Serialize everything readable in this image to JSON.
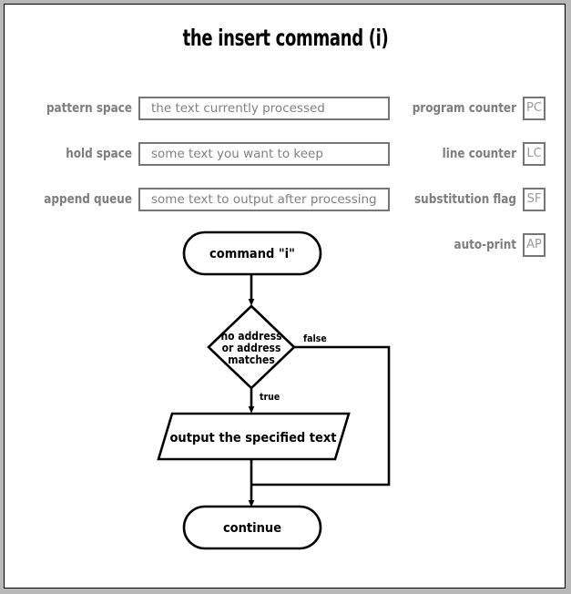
{
  "title": "the insert command (i)",
  "registers": [
    {
      "label": "pattern space",
      "value": "the text currently processed"
    },
    {
      "label": "hold space",
      "value": "some text you want to keep"
    },
    {
      "label": "append queue",
      "value": "some text to output after processing"
    }
  ],
  "flags": [
    {
      "label": "program counter",
      "code": "PC"
    },
    {
      "label": "line counter",
      "code": "LC"
    },
    {
      "label": "substitution flag",
      "code": "SF"
    },
    {
      "label": "auto-print",
      "code": "AP"
    }
  ],
  "flowchart": {
    "type": "flowchart",
    "start_node": "command \"i\"",
    "decision": {
      "line1": "no address",
      "line2": "or address",
      "line3": "matches"
    },
    "edge_true": "true",
    "edge_false": "false",
    "process_node": "output the specified text",
    "end_node": "continue"
  },
  "colors": {
    "page_background": "#ffffff",
    "canvas_background": "#b8b8b8",
    "label_gray": "#7d7d7d",
    "field_border": "#767676",
    "field_text": "#808080",
    "flag_text": "#9a9a9a",
    "stroke_black": "#000000"
  }
}
